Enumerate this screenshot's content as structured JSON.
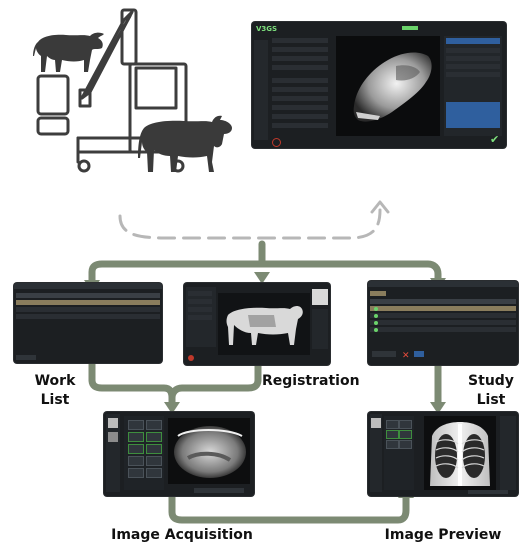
{
  "labels": {
    "work_list": "Work\nList",
    "registration": "Registration",
    "study_list": "Study\nList",
    "image_acquisition": "Image Acquisition",
    "image_preview": "Image Preview"
  },
  "hero_screen": {
    "logo": "V3GS"
  },
  "colors": {
    "arrow": "#7c8a73",
    "dashed_arrow": "#b7b7b7",
    "screen_bg": "#1c1f22",
    "accent_green": "#7ee07e",
    "accent_blue": "#2f5f9e",
    "accent_red": "#c0392b"
  },
  "icons": [
    "buffalo-icon",
    "cow-icon",
    "xray-machine-icon",
    "checkmark-icon",
    "delete-icon"
  ]
}
